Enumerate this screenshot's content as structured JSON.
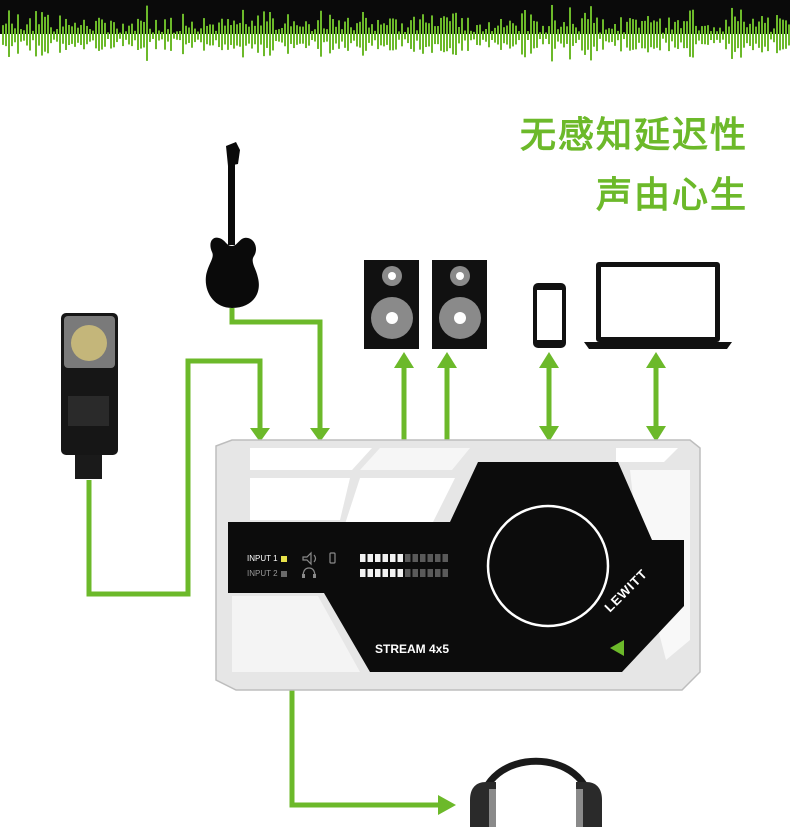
{
  "headline": {
    "line1": "无感知延迟性",
    "line2": "声由心生"
  },
  "device": {
    "input1": "INPUT 1",
    "input2": "INPUT 2",
    "model": "STREAM 4x5",
    "brand": "LEWITT"
  },
  "colors": {
    "accent": "#6cb92a",
    "device_body": "#ececec",
    "device_panel": "#111111",
    "background": "#ffffff"
  },
  "icons": [
    "waveform-banner",
    "microphone-icon",
    "guitar-icon",
    "speaker-icon",
    "phone-icon",
    "laptop-icon",
    "headphones-icon",
    "speaker-volume-icon",
    "phone-small-icon",
    "headphones-small-icon"
  ]
}
